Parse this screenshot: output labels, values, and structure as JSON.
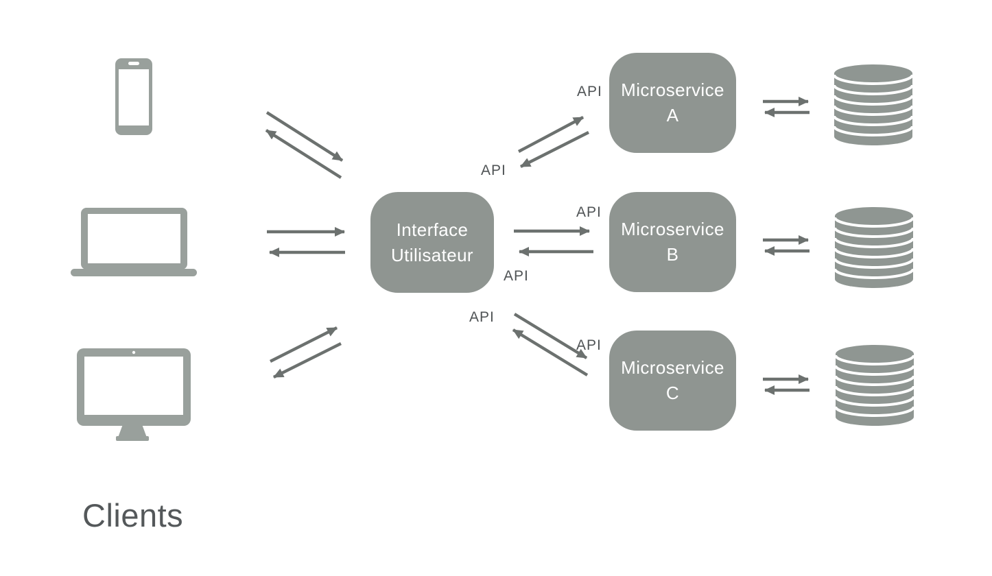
{
  "colors": {
    "background": "#ffffff",
    "node_fill": "#8f9591",
    "node_text": "#ffffff",
    "device_fill": "#99a09c",
    "db_fill": "#8f9692",
    "arrow": "#6c716f",
    "api_text": "#4f5355",
    "clients_text": "#54585a"
  },
  "clients": {
    "label": "Clients",
    "devices": [
      {
        "icon": "smartphone-icon"
      },
      {
        "icon": "laptop-icon"
      },
      {
        "icon": "desktop-icon"
      }
    ]
  },
  "interface_node": {
    "line1": "Interface",
    "line2": "Utilisateur"
  },
  "microservices": [
    {
      "line1": "Microservice",
      "line2": "A"
    },
    {
      "line1": "Microservice",
      "line2": "B"
    },
    {
      "line1": "Microservice",
      "line2": "C"
    }
  ],
  "api_label": "API",
  "databases": [
    {
      "icon": "database-icon"
    },
    {
      "icon": "database-icon"
    },
    {
      "icon": "database-icon"
    }
  ]
}
